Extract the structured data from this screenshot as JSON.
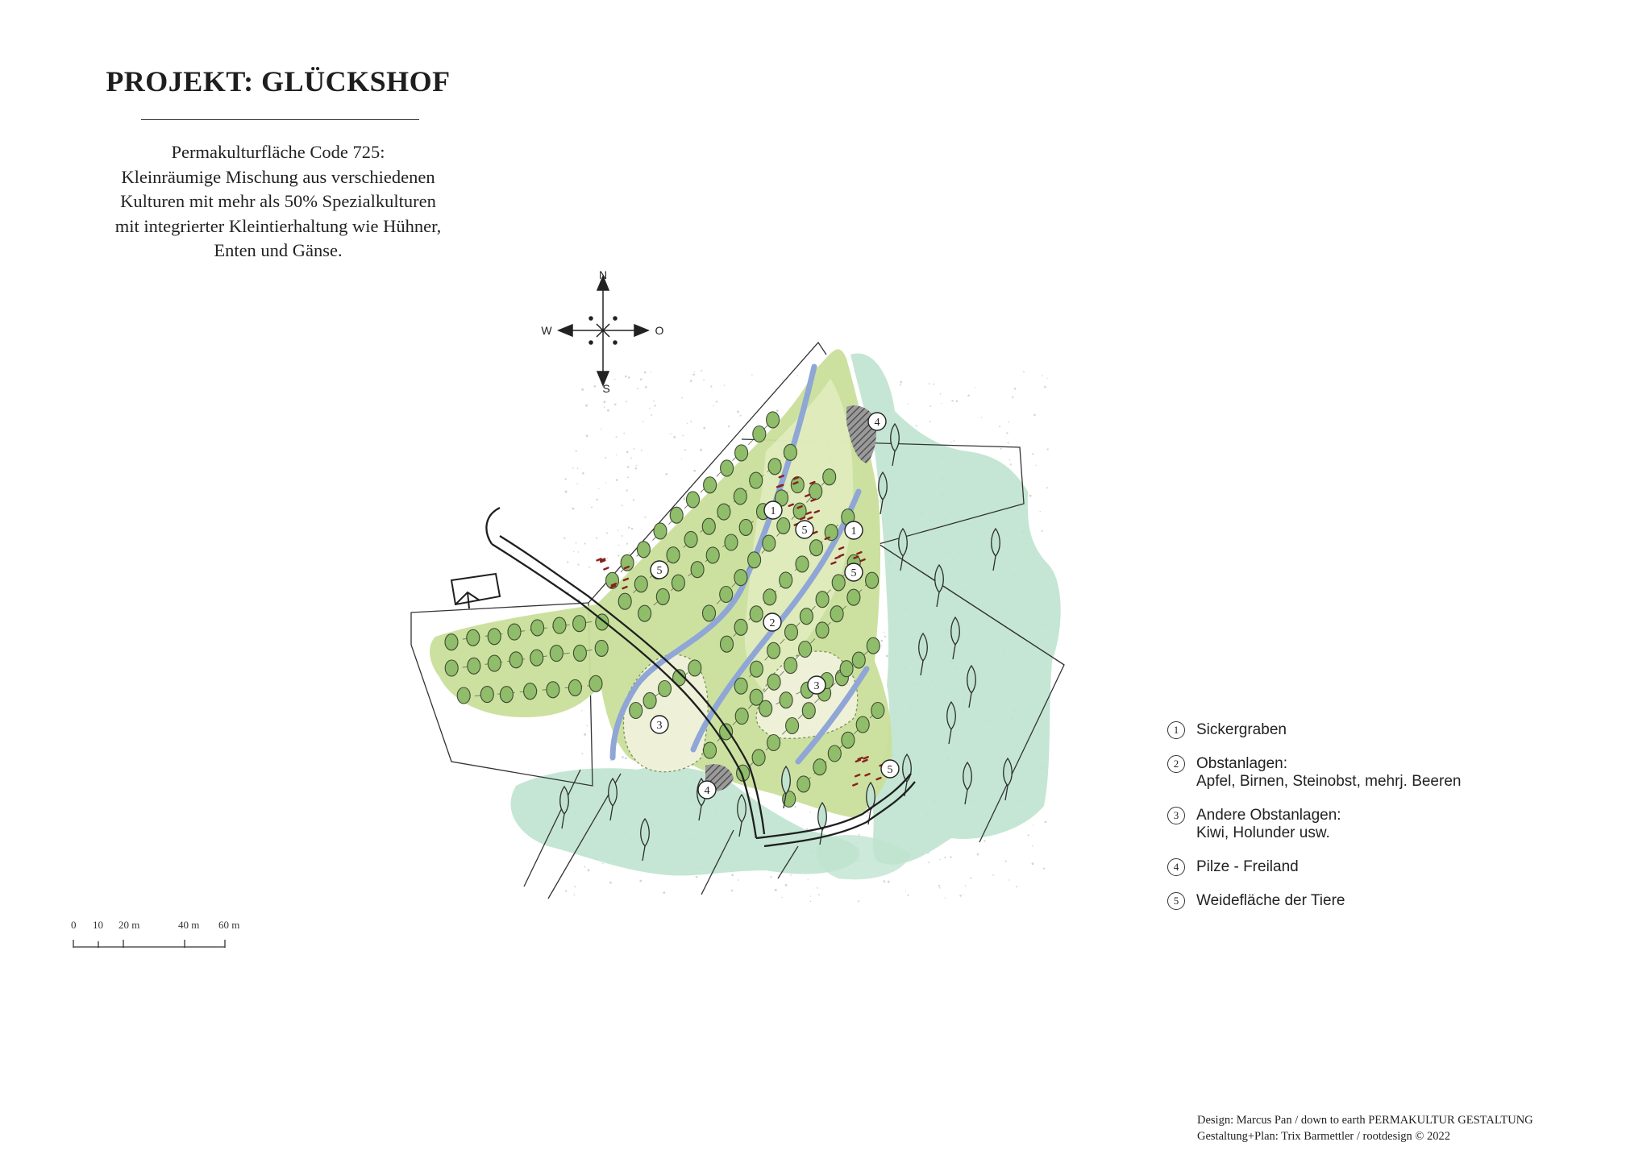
{
  "title": "PROJEKT: GLÜCKSHOF",
  "description_lines": [
    "Permakulturfläche Code 725:",
    "Kleinräumige Mischung aus verschiedenen",
    "Kulturen mit mehr als 50% Spezialkulturen",
    "mit integrierter Kleintierhaltung wie Hühner,",
    "Enten und Gänse."
  ],
  "compass": {
    "north": "N",
    "south": "S",
    "west": "W",
    "east": "O"
  },
  "legend": [
    {
      "number": "1",
      "lines": [
        "Sickergraben"
      ]
    },
    {
      "number": "2",
      "lines": [
        "Obstanlagen:",
        "Apfel, Birnen, Steinobst, mehrj. Beeren"
      ]
    },
    {
      "number": "3",
      "lines": [
        "Andere Obstanlagen:",
        "Kiwi, Holunder usw."
      ]
    },
    {
      "number": "4",
      "lines": [
        "Pilze - Freiland"
      ]
    },
    {
      "number": "5",
      "lines": [
        "Weidefläche der Tiere"
      ]
    }
  ],
  "scale_labels": [
    "0",
    "10",
    "20 m",
    "40 m",
    "60 m"
  ],
  "map_markers": [
    "1",
    "1",
    "2",
    "3",
    "3",
    "4",
    "4",
    "5",
    "5",
    "5",
    "5"
  ],
  "credits": [
    "Design: Marcus Pan / down to earth PERMAKULTUR GESTALTUNG",
    "Gestaltung+Plan: Trix Barmettler / rootdesign     © 2022"
  ],
  "colors": {
    "orchard_green": "#c9df9a",
    "orchard_light": "#e4edc2",
    "forest_mint": "#bfe3cf",
    "swale_blue": "#8fa6d6",
    "tree_fill": "#8fbd6a",
    "pasture_marks": "#8a1f1f"
  }
}
